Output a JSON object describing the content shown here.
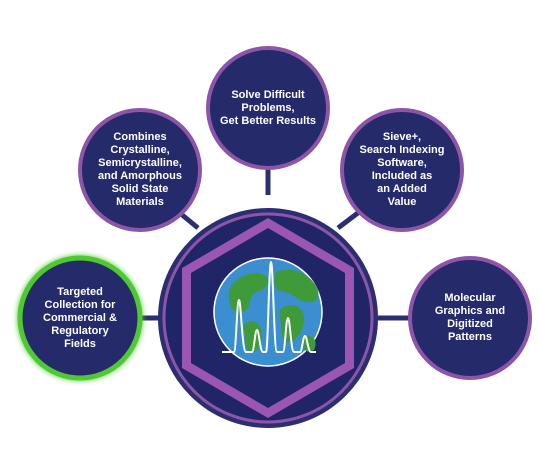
{
  "colors": {
    "node_fill": "#252a6b",
    "node_ring": "#8d55a8",
    "highlight_ring": "#4ec932",
    "connector": "#2b2f72",
    "hexagon": "#9a56b2",
    "center_fill": "#1f2566",
    "ocean": "#3b8fd0",
    "land": "#3f9a3a",
    "peaks": "#ffffff"
  },
  "center": {
    "icon": "globe-with-spectrum-peaks-icon"
  },
  "nodes": [
    {
      "id": "top",
      "label": "Solve Difficult\nProblems,\nGet Better Results",
      "highlighted": false
    },
    {
      "id": "upper-left",
      "label": "Combines\nCrystalline,\nSemicrystalline,\nand Amorphous\nSolid State\nMaterials",
      "highlighted": false
    },
    {
      "id": "upper-right",
      "label": "Sieve+,\nSearch Indexing\nSoftware,\nIncluded as\nan Added\nValue",
      "highlighted": false
    },
    {
      "id": "left",
      "label": "Targeted\nCollection for\nCommercial &\nRegulatory\nFields",
      "highlighted": true
    },
    {
      "id": "right",
      "label": "Molecular\nGraphics and\nDigitized\nPatterns",
      "highlighted": false
    }
  ]
}
